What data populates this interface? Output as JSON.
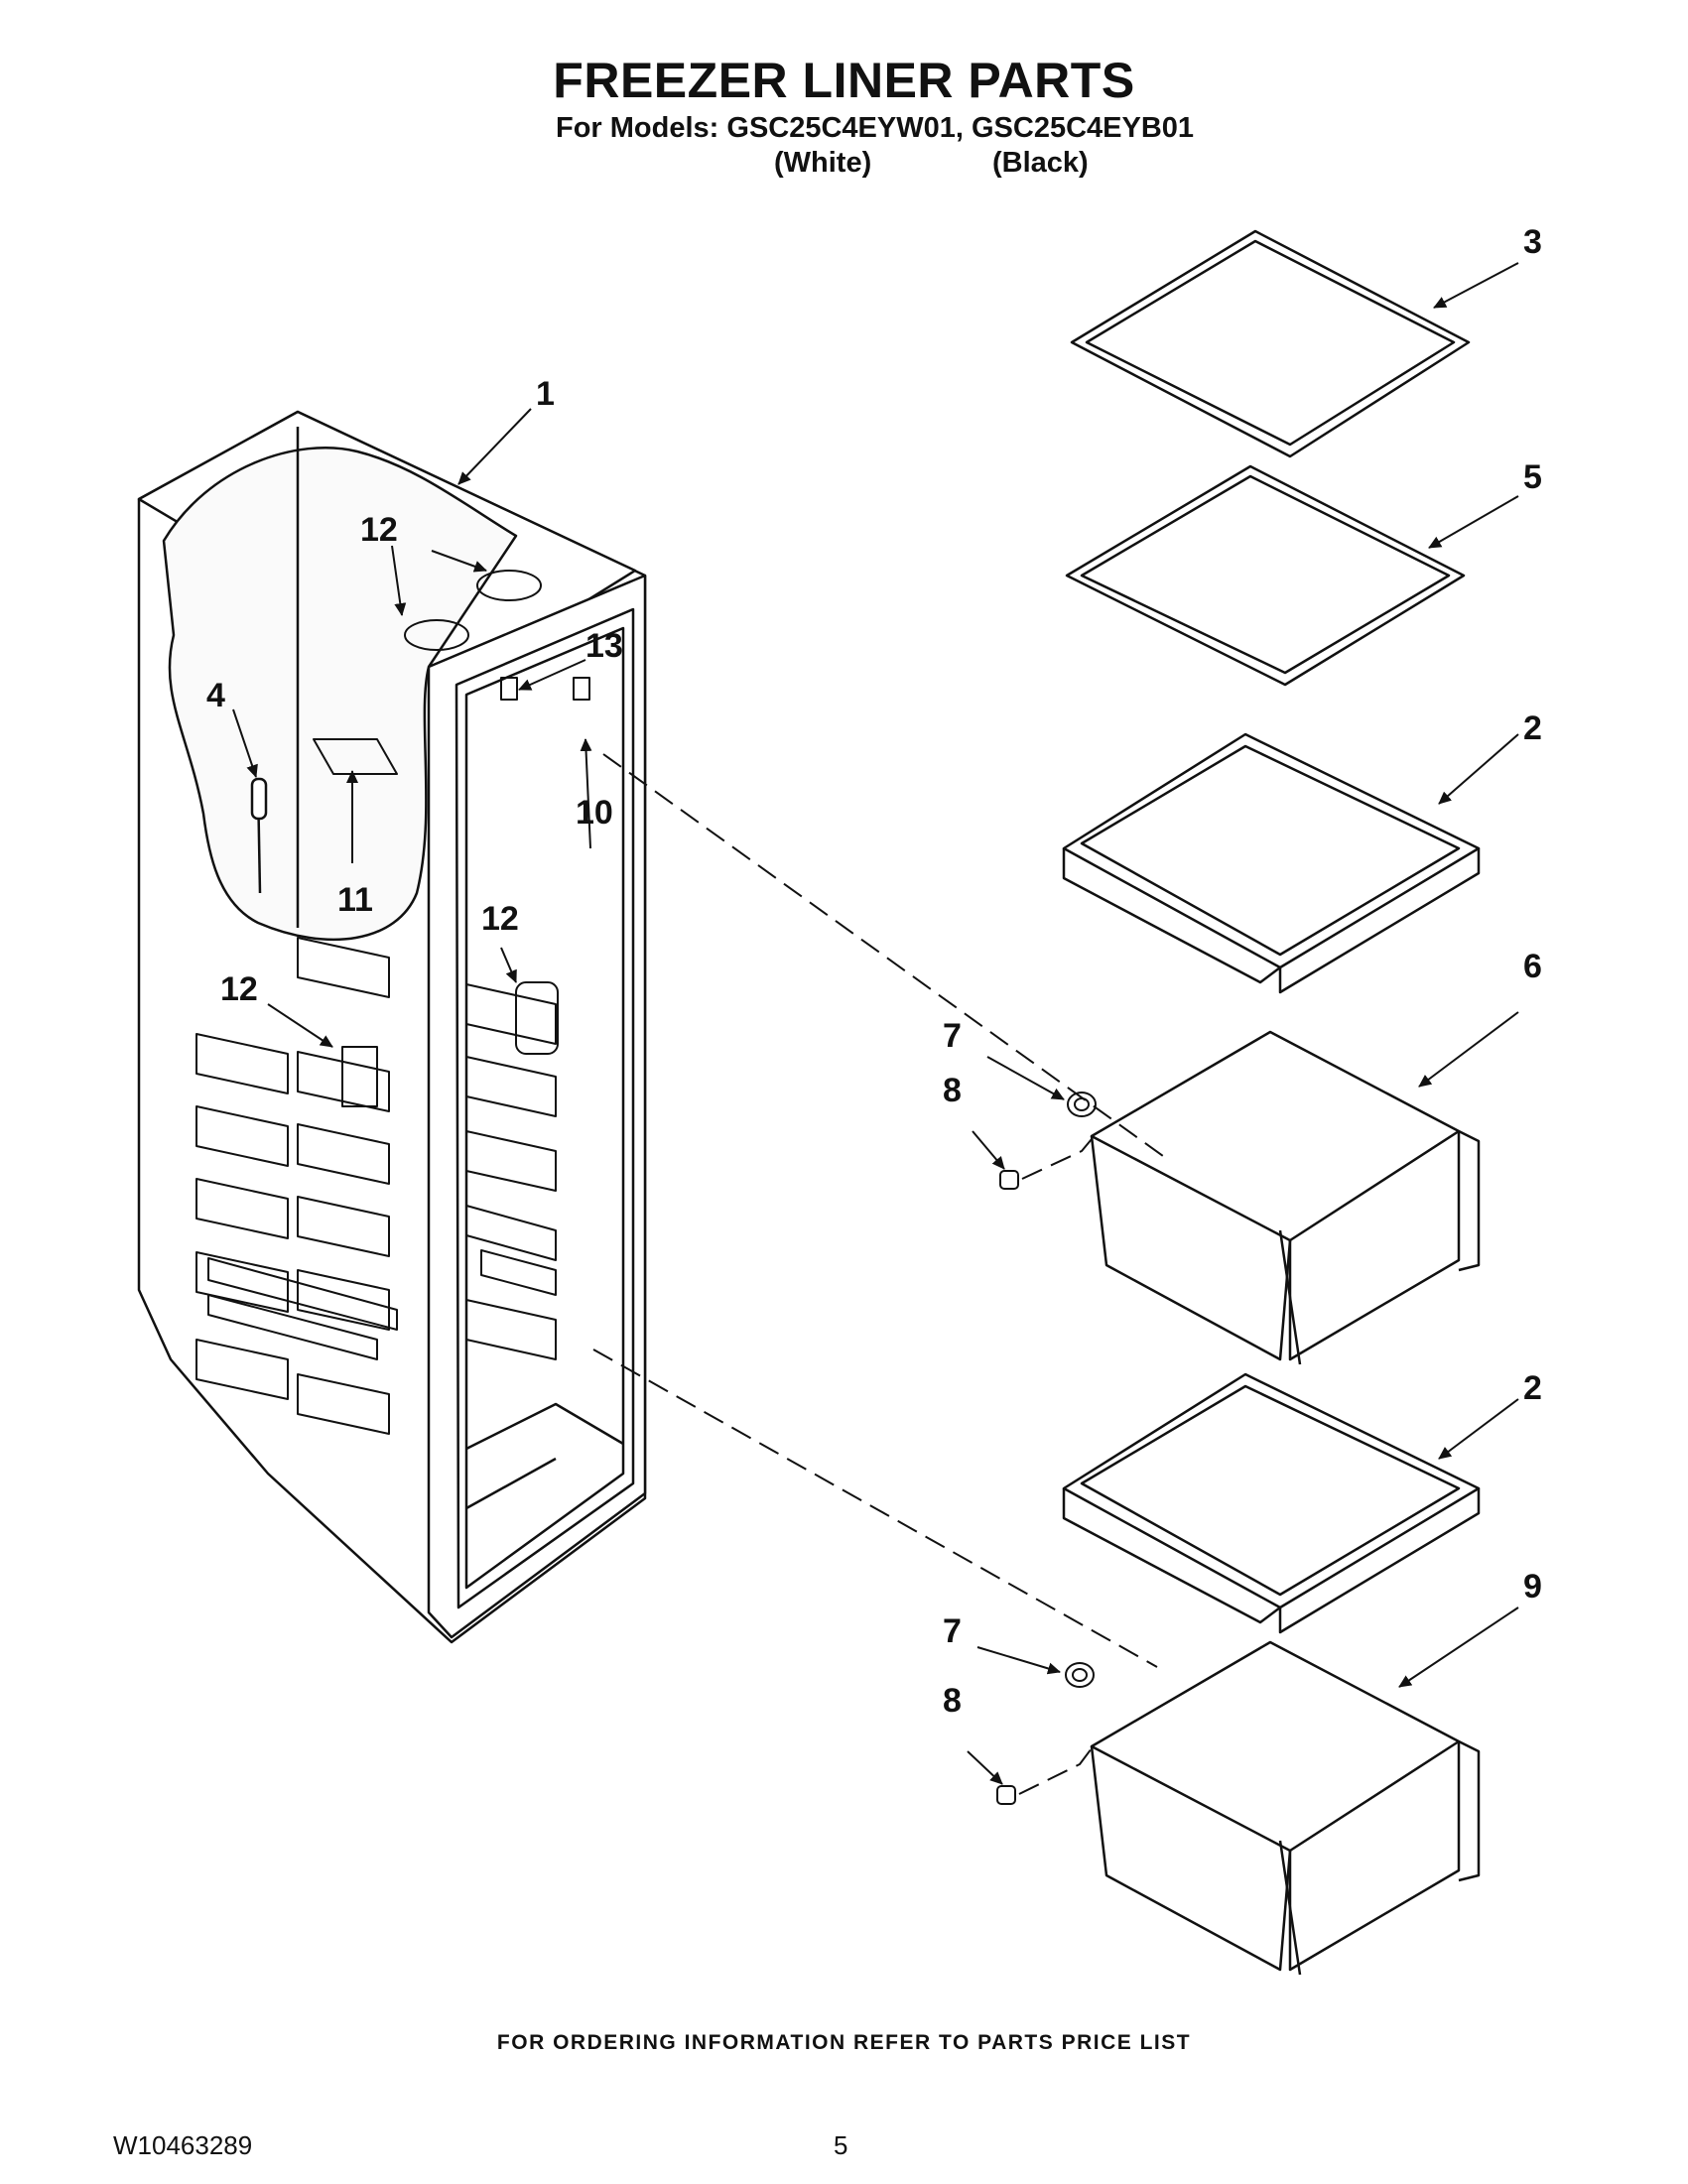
{
  "header": {
    "title": "FREEZER LINER PARTS",
    "models_line": "For Models: GSC25C4EYW01, GSC25C4EYB01",
    "color_white": "(White)",
    "color_black": "(Black)"
  },
  "callouts": [
    "1",
    "2",
    "2",
    "3",
    "4",
    "5",
    "6",
    "7",
    "7",
    "8",
    "8",
    "9",
    "10",
    "11",
    "12",
    "12",
    "12",
    "13"
  ],
  "footer": {
    "ordering_note": "FOR ORDERING INFORMATION REFER TO PARTS PRICE LIST",
    "doc_number": "W10463289",
    "page_number": "5"
  },
  "colors": {
    "line": "#111111",
    "background": "#ffffff"
  }
}
